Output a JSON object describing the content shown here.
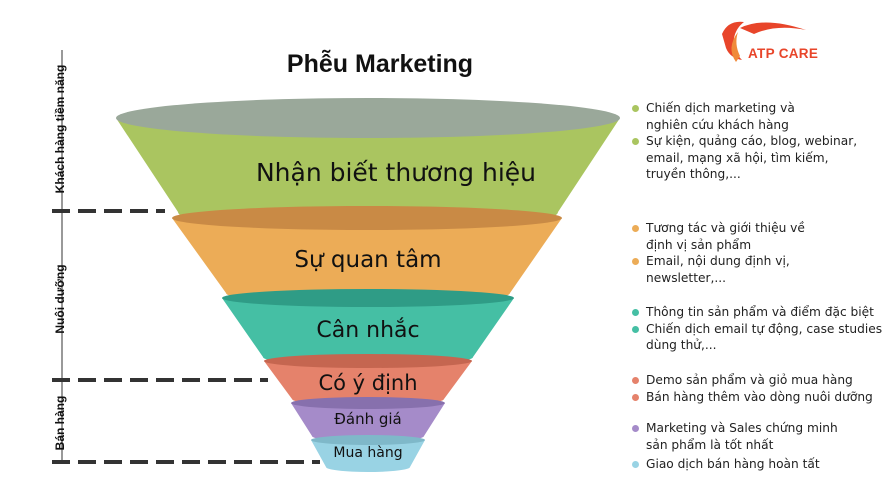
{
  "title": "Phễu Marketing",
  "brand": {
    "name": "ATP CARE",
    "logo_icon": "atp-care-logo-icon",
    "color": "#e8452a"
  },
  "side_labels": [
    "Khách hàng tiềm năng",
    "Nuôi dưỡng",
    "Bán hàng"
  ],
  "stages": [
    {
      "label": "Nhận biết thương hiệu",
      "color": "#aac560",
      "top_color": "#9aa89a"
    },
    {
      "label": "Sự quan tâm",
      "color": "#ecac57",
      "top_color": "#c98a45"
    },
    {
      "label": "Cân nhắc",
      "color": "#45bfa4",
      "top_color": "#2f9c86"
    },
    {
      "label": "Có ý định",
      "color": "#e5826b",
      "top_color": "#c56650"
    },
    {
      "label": "Đánh giá",
      "color": "#a58bc9",
      "top_color": "#8770ad"
    },
    {
      "label": "Mua hàng",
      "color": "#99d3e4",
      "top_color": "#7fb8c9"
    }
  ],
  "bullet_groups": [
    {
      "color": "#aac560",
      "items": [
        [
          "Chiến dịch marketing và",
          "nghiên cứu khách hàng"
        ],
        [
          "Sự kiện, quảng cáo, blog, webinar,",
          "email, mạng xã hội, tìm kiếm,",
          "truyền thông,..."
        ]
      ]
    },
    {
      "color": "#ecac57",
      "items": [
        [
          "Tương tác và giới thiệu về",
          "định vị sản phẩm"
        ],
        [
          "Email, nội dung định vị,",
          "newsletter,..."
        ]
      ]
    },
    {
      "color": "#45bfa4",
      "items": [
        [
          "Thông tin sản phẩm và điểm đặc biệt"
        ],
        [
          "Chiến dịch email tự động, case studies",
          "dùng thử,..."
        ]
      ]
    },
    {
      "color": "#e5826b",
      "items": [
        [
          "Demo sản phẩm và giỏ mua hàng"
        ],
        [
          "Bán hàng thêm vào dòng nuôi dưỡng"
        ]
      ]
    },
    {
      "color": "#a58bc9",
      "items": [
        [
          "Marketing và Sales chứng minh",
          "sản phẩm là tốt nhất"
        ]
      ]
    },
    {
      "color": "#99d3e4",
      "items": [
        [
          "Giao dịch bán hàng hoàn tất"
        ]
      ]
    }
  ]
}
